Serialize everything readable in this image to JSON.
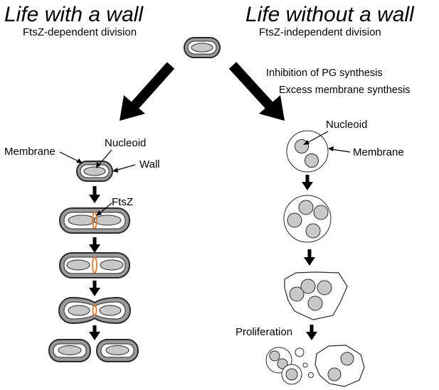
{
  "titles": {
    "left": "Life with a wall",
    "right": "Life without a wall"
  },
  "subtitles": {
    "left": "FtsZ-dependent division",
    "right": "FtsZ-independent division"
  },
  "conditions": {
    "pg": "Inhibition of PG synthesis",
    "membrane": "Excess membrane synthesis"
  },
  "left_labels": {
    "membrane": "Membrane",
    "nucleoid": "Nucleoid",
    "wall": "Wall",
    "ftsz": "FtsZ"
  },
  "right_labels": {
    "nucleoid": "Nucleoid",
    "membrane": "Membrane",
    "proliferation": "Proliferation"
  },
  "colors": {
    "wall_stroke": "#2a2a2a",
    "wall_fill": "#9a9a9a",
    "cytoplasm": "#ffffff",
    "nucleoid": "#c8c8c8",
    "ftsz": "#e8792a",
    "arrow": "#000000"
  }
}
